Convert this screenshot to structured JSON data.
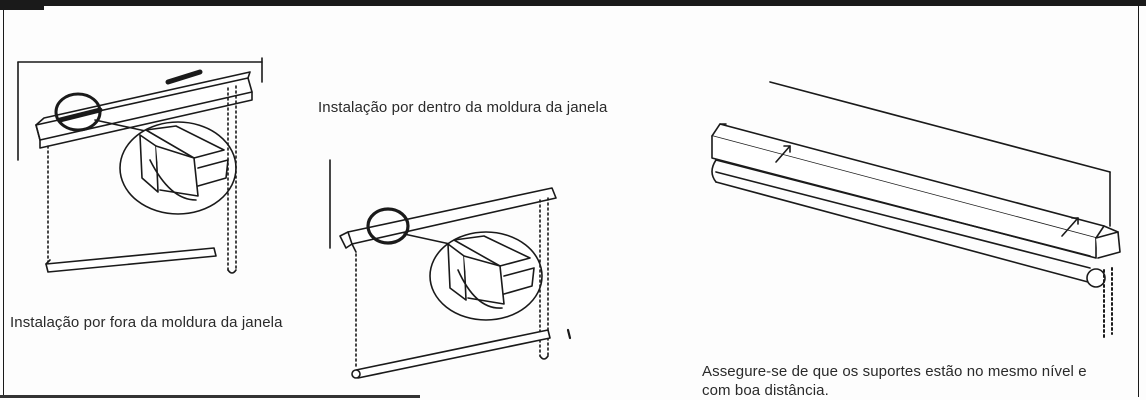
{
  "captions": {
    "inside": "Instalação por dentro da moldura da janela",
    "outside": "Instalação por fora da moldura da janela",
    "level_line1": "Assegure-se de que os suportes estão no mesmo nível e",
    "level_line2": "com boa distância."
  },
  "colors": {
    "ink": "#1a1a1a",
    "paper": "#fdfdfd"
  }
}
